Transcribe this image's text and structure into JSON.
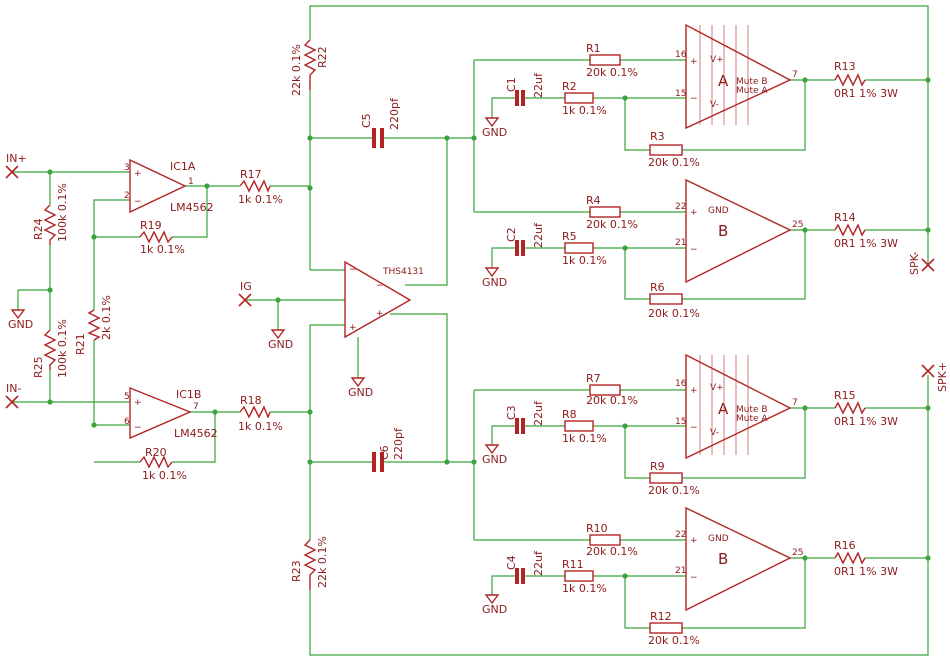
{
  "ports": {
    "in_plus": "IN+",
    "in_minus": "IN-",
    "ig": "IG",
    "spk_minus": "SPK-",
    "spk_plus": "SPK+"
  },
  "gnd": "GND",
  "ic1a": {
    "name": "IC1A",
    "part": "LM4562",
    "pin_plus": "3",
    "pin_minus": "2",
    "pin_out": "1"
  },
  "ic1b": {
    "name": "IC1B",
    "part": "LM4562",
    "pin_plus": "5",
    "pin_minus": "6",
    "pin_out": "7"
  },
  "ths": {
    "name": "THS4131"
  },
  "res": {
    "r1": {
      "name": "R1",
      "value": "20k 0.1%"
    },
    "r2": {
      "name": "R2",
      "value": "1k 0.1%"
    },
    "r3": {
      "name": "R3",
      "value": "20k 0.1%"
    },
    "r4": {
      "name": "R4",
      "value": "20k 0.1%"
    },
    "r5": {
      "name": "R5",
      "value": "1k 0.1%"
    },
    "r6": {
      "name": "R6",
      "value": "20k 0.1%"
    },
    "r7": {
      "name": "R7",
      "value": "20k 0.1%"
    },
    "r8": {
      "name": "R8",
      "value": "1k 0.1%"
    },
    "r9": {
      "name": "R9",
      "value": "20k 0.1%"
    },
    "r10": {
      "name": "R10",
      "value": "20k 0.1%"
    },
    "r11": {
      "name": "R11",
      "value": "1k 0.1%"
    },
    "r12": {
      "name": "R12",
      "value": "20k 0.1%"
    },
    "r13": {
      "name": "R13",
      "value": "0R1 1% 3W"
    },
    "r14": {
      "name": "R14",
      "value": "0R1 1% 3W"
    },
    "r15": {
      "name": "R15",
      "value": "0R1 1% 3W"
    },
    "r16": {
      "name": "R16",
      "value": "0R1 1% 3W"
    },
    "r17": {
      "name": "R17",
      "value": "1k 0.1%"
    },
    "r18": {
      "name": "R18",
      "value": "1k 0.1%"
    },
    "r19": {
      "name": "R19",
      "value": "1k 0.1%"
    },
    "r20": {
      "name": "R20",
      "value": "1k 0.1%"
    },
    "r21": {
      "name": "R21",
      "value": "2k 0.1%"
    },
    "r22": {
      "name": "R22",
      "value": "22k 0.1%"
    },
    "r23": {
      "name": "R23",
      "value": "22k 0.1%"
    },
    "r24": {
      "name": "R24",
      "value": "100k 0.1%"
    },
    "r25": {
      "name": "R25",
      "value": "100k 0.1%"
    }
  },
  "caps": {
    "c1": {
      "name": "C1",
      "value": "22uf"
    },
    "c2": {
      "name": "C2",
      "value": "22uf"
    },
    "c3": {
      "name": "C3",
      "value": "22uf"
    },
    "c4": {
      "name": "C4",
      "value": "22uf"
    },
    "c5": {
      "name": "C5",
      "value": "220pf"
    },
    "c6": {
      "name": "C6",
      "value": "220pf"
    }
  },
  "amps": {
    "a1": {
      "label": "A",
      "mute": "Mute B",
      "mute2": "Mute A"
    },
    "b1": {
      "label": "B",
      "gnd": "GND"
    },
    "a2": {
      "label": "A",
      "mute": "Mute B",
      "mute2": "Mute A"
    },
    "b2": {
      "label": "B",
      "gnd": "GND"
    }
  },
  "pins": {
    "p16": "16",
    "p15": "15",
    "p7": "7",
    "p22": "22",
    "p21": "21",
    "p25": "25",
    "vplus": "V+",
    "vminus": "V-"
  }
}
